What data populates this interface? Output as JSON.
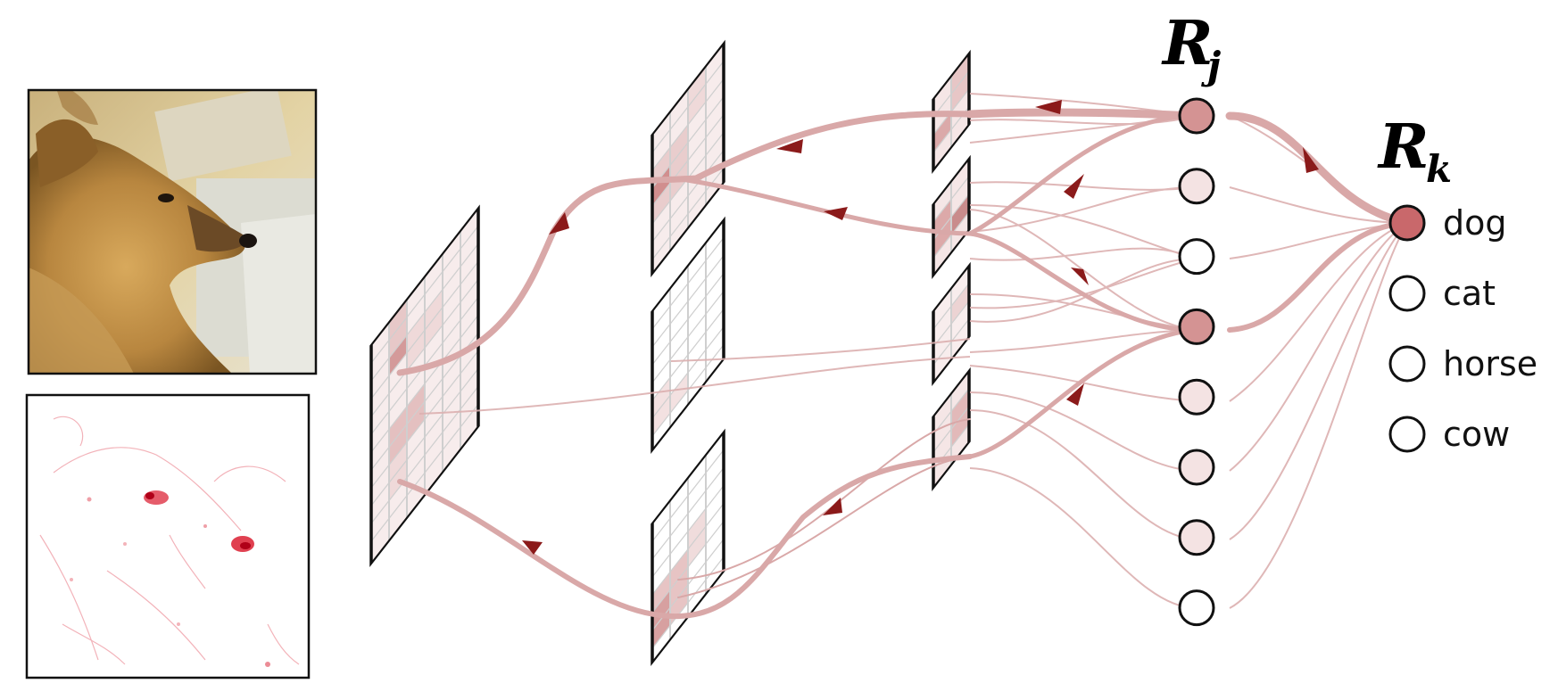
{
  "relevance_labels": {
    "layer_j": {
      "main": "R",
      "subscript": "j"
    },
    "layer_k": {
      "main": "R",
      "subscript": "k"
    }
  },
  "classes": [
    {
      "label": "dog",
      "active": true
    },
    {
      "label": "cat",
      "active": false
    },
    {
      "label": "horse",
      "active": false
    },
    {
      "label": "cow",
      "active": false
    }
  ],
  "hidden_neurons": [
    {
      "relevance": 0.75
    },
    {
      "relevance": 0.12
    },
    {
      "relevance": 0.0
    },
    {
      "relevance": 0.75
    },
    {
      "relevance": 0.12
    },
    {
      "relevance": 0.12
    },
    {
      "relevance": 0.12
    },
    {
      "relevance": 0.0
    }
  ],
  "colors": {
    "relevance_line": "#d9a8a8",
    "relevance_line_dark": "#c98c8c",
    "arrow": "#8b1a1a",
    "neuron_active": "#d49393",
    "neuron_light": "#f4e3e3",
    "class_active": "#c9686b",
    "grid_line": "#cfcfcf",
    "heatmap": "#d4001a"
  }
}
